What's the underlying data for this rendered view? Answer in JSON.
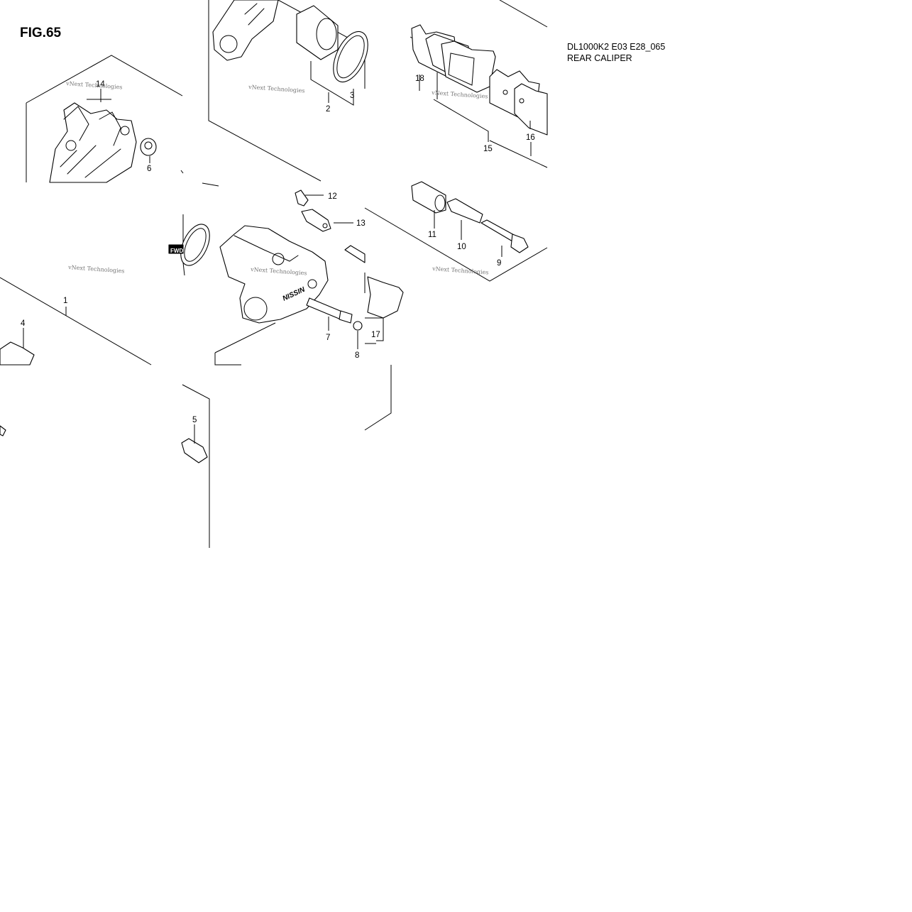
{
  "figure": {
    "title": "FIG.65"
  },
  "reference": {
    "code": "DL1000K2 E03 E28_065",
    "name": "REAR CALIPER"
  },
  "watermark": {
    "text": "vNext Technologies"
  },
  "fwd_mark": "FWD",
  "caliper_logo": "NISSIN",
  "callouts": [
    "1",
    "2",
    "3",
    "4",
    "5",
    "6",
    "7",
    "8",
    "9",
    "10",
    "11",
    "12",
    "13",
    "14",
    "15",
    "16",
    "17",
    "18"
  ]
}
